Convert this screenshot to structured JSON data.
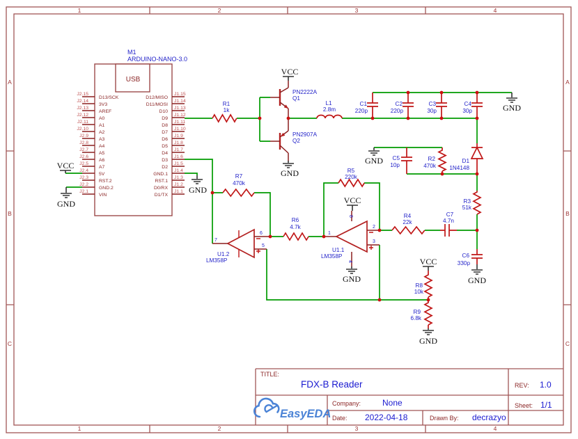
{
  "frame": {
    "cols": [
      "1",
      "2",
      "3",
      "4"
    ],
    "rows": [
      "A",
      "B",
      "C"
    ]
  },
  "nets": {
    "vcc": "VCC",
    "gnd": "GND"
  },
  "arduino": {
    "ref": "M1",
    "value": "ARDUINO-NANO-3.0",
    "usb": "USB",
    "left_pins": [
      {
        "num": "J2.15",
        "name": "D13/SCK"
      },
      {
        "num": "J2.14",
        "name": "3V3"
      },
      {
        "num": "J2.13",
        "name": "AREF"
      },
      {
        "num": "J2.12",
        "name": "A0"
      },
      {
        "num": "J2.11",
        "name": "A1"
      },
      {
        "num": "J2.10",
        "name": "A2"
      },
      {
        "num": "J2.9",
        "name": "A3"
      },
      {
        "num": "J2.8",
        "name": "A4"
      },
      {
        "num": "J2.7",
        "name": "A5"
      },
      {
        "num": "J2.6",
        "name": "A6"
      },
      {
        "num": "J2.5",
        "name": "A7"
      },
      {
        "num": "J2.4",
        "name": "5V"
      },
      {
        "num": "J2.3",
        "name": "RST.2"
      },
      {
        "num": "J2.2",
        "name": "GND.2"
      },
      {
        "num": "J2.1",
        "name": "VIN"
      }
    ],
    "right_pins": [
      {
        "num": "J1.15",
        "name": "D12/MISO"
      },
      {
        "num": "J1.14",
        "name": "D11/MOSI"
      },
      {
        "num": "J1.13",
        "name": "D10"
      },
      {
        "num": "J1.12",
        "name": "D9"
      },
      {
        "num": "J1.11",
        "name": "D8"
      },
      {
        "num": "J1.10",
        "name": "D7"
      },
      {
        "num": "J1.9",
        "name": "D6"
      },
      {
        "num": "J1.8",
        "name": "D5"
      },
      {
        "num": "J1.7",
        "name": "D4"
      },
      {
        "num": "J1.6",
        "name": "D3"
      },
      {
        "num": "J1.5",
        "name": "D2"
      },
      {
        "num": "J1.4",
        "name": "GND.1"
      },
      {
        "num": "J1.3",
        "name": "RST.1"
      },
      {
        "num": "J1.2",
        "name": "D0/RX"
      },
      {
        "num": "J1.1",
        "name": "D1/TX"
      }
    ]
  },
  "parts": {
    "r1": {
      "ref": "R1",
      "val": "1k"
    },
    "q1": {
      "ref": "Q1",
      "val": "PN2222A"
    },
    "q2": {
      "ref": "Q2",
      "val": "PN2907A"
    },
    "l1": {
      "ref": "L1",
      "val": "2.8m"
    },
    "c1": {
      "ref": "C1",
      "val": "220p"
    },
    "c2": {
      "ref": "C2",
      "val": "220p"
    },
    "c3": {
      "ref": "C3",
      "val": "30p"
    },
    "c4": {
      "ref": "C4",
      "val": "30p"
    },
    "c5": {
      "ref": "C5",
      "val": "10p"
    },
    "r2": {
      "ref": "R2",
      "val": "470k"
    },
    "d1": {
      "ref": "D1",
      "val": "1N4148"
    },
    "r3": {
      "ref": "R3",
      "val": "51k"
    },
    "r4": {
      "ref": "R4",
      "val": "22k"
    },
    "c7": {
      "ref": "C7",
      "val": "4.7n"
    },
    "c6": {
      "ref": "C6",
      "val": "330p"
    },
    "r5": {
      "ref": "R5",
      "val": "220k"
    },
    "r6": {
      "ref": "R6",
      "val": "4.7k"
    },
    "r7": {
      "ref": "R7",
      "val": "470k"
    },
    "r8": {
      "ref": "R8",
      "val": "10k"
    },
    "r9": {
      "ref": "R9",
      "val": "6.8k"
    },
    "u11": {
      "ref": "U1.1",
      "val": "LM358P"
    },
    "u12": {
      "ref": "U1.2",
      "val": "LM358P"
    }
  },
  "opamp": {
    "u11": {
      "p_out": "1",
      "p_inv": "2",
      "p_non": "3",
      "p_vcc": "8",
      "p_gnd": "4"
    },
    "u12": {
      "p_out": "7",
      "p_inv": "6",
      "p_non": "5"
    }
  },
  "title_block": {
    "title_label": "TITLE:",
    "title": "FDX-B Reader",
    "rev_label": "REV:",
    "rev": "1.0",
    "company_label": "Company:",
    "company": "None",
    "sheet_label": "Sheet:",
    "sheet": "1/1",
    "date_label": "Date:",
    "date": "2022-04-18",
    "drawn_by_label": "Drawn By:",
    "drawn_by": "decrazyo",
    "logo_text": "EasyEDA"
  },
  "colors": {
    "wire": "#009b00",
    "symbol": "#c01616",
    "frame": "#a05656",
    "label": "#1f1fc8",
    "logo_blue": "#4b83d6"
  }
}
